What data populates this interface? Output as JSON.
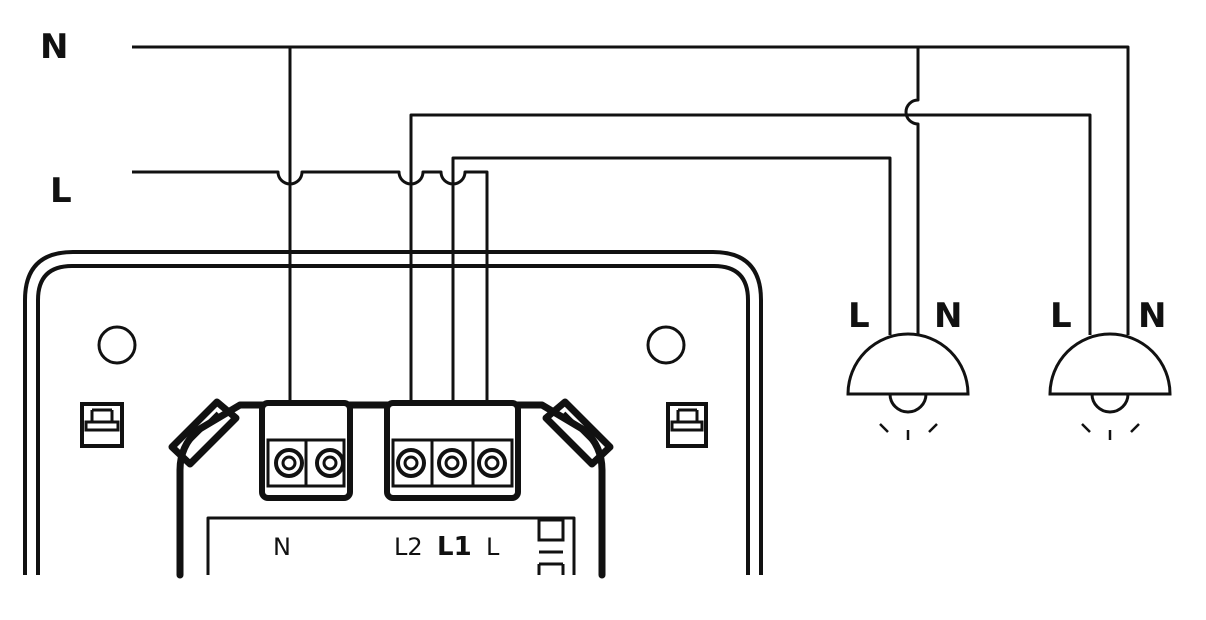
{
  "supply": {
    "neutral_label": "N",
    "live_label": "L"
  },
  "lamps": [
    {
      "live_label": "L",
      "neutral_label": "N"
    },
    {
      "live_label": "L",
      "neutral_label": "N"
    }
  ],
  "terminals": {
    "neutral_label": "N",
    "l2_label": "L2",
    "l1_label": "L1",
    "l_label": "L"
  }
}
